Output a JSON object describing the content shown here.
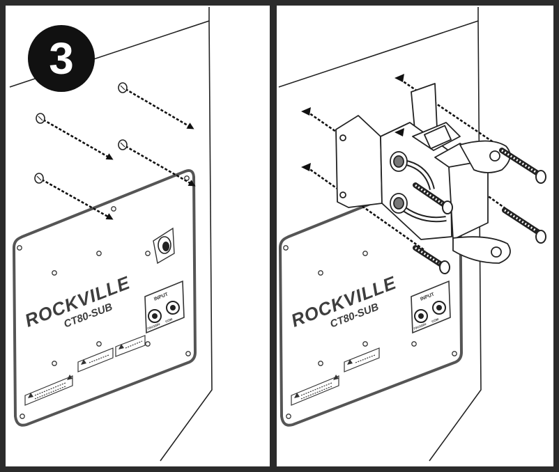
{
  "step": {
    "number": "3"
  },
  "panels": [
    {
      "brand": "ROCKVILLE",
      "model": "CT80-SUB",
      "input_label": "INPUT",
      "tap_left": "70V/100V",
      "tap_right": "COM"
    },
    {
      "brand": "ROCKVILLE",
      "model": "CT80-SUB",
      "input_label": "INPUT",
      "tap_left": "70V/100V",
      "tap_right": "COM"
    }
  ],
  "colors": {
    "frame": "#2b2b2b",
    "wall": "#ffffff",
    "ink": "#1a1a1a",
    "badge": "#111111"
  }
}
